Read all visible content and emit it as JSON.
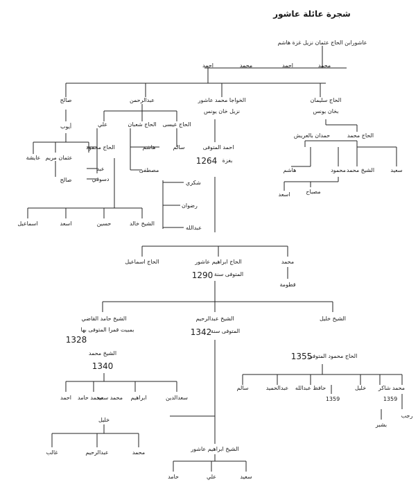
{
  "title": "شجرة عائلة عاشور",
  "nodes": {
    "root": "عاشورابن الحاج عثمان نزيل غزة هاشم",
    "ahmad_top": "احمد",
    "muhammad_a": "محمد",
    "ahmad_b": "احمد",
    "muhammad_c": "محمد",
    "salih": "صالح",
    "ayyub": "أيوب",
    "aisha": "عايشة",
    "uthman_maryam": "عثمان مريم",
    "salih2": "صالح",
    "abdulrahman": "عبدالرحمن",
    "ali": "علي",
    "alhaj_mahmud": "الحاج محمود",
    "abd": "عبد",
    "dasuqi": "دسوقي",
    "hajj_shaban": "الحاج شعبان",
    "hashim": "هاشم",
    "mustafa": "مصطفى",
    "hajj_isa": "الحاج عيسى",
    "salim": "سالم",
    "ismail": "اسماعيل",
    "asad": "اسعد",
    "husayn": "حسين",
    "shaykh_khalid": "الشيخ خالد",
    "khawaja_muhammad": "الخواجا محمد عاشور",
    "nazil_khan_yunis": "نزيل خان يونس",
    "ahmad_mutawaffa": "احمد المتوفى",
    "bi_ghazza": "بغزة",
    "year_1264": "1264",
    "shukri": "شكري",
    "radwan": "رضوان",
    "abdallah": "عبدالله",
    "hajj_sulayman": "الحاج سليمان",
    "bi_khan_yunis": "بخان يونس",
    "hamdan": "حمدان بالعريش",
    "hajj_muhammad": "الحاج محمد",
    "hashim2": "هاشم",
    "mahmud": "محمود",
    "shaykh_muhammad": "الشيخ محمد",
    "saeed": "سعيد",
    "misbah": "مصباح",
    "asad2": "اسعد",
    "hajj_ismail": "الحاج اسماعيل",
    "hajj_ibrahim": "الحاج ابراهيم عاشور",
    "mutawaffa_sana": "المتوفى سنة",
    "year_1290": "1290",
    "muhammad_q": "محمد",
    "qutuma": "قطومة",
    "shaykh_hamid": "الشيخ حامد القاضي",
    "bi_bayt": "بمبيت قمرا المتوفى بها",
    "year_1328": "1328",
    "shaykh_abdulrahim": "الشيخ عبدالرحيم",
    "mutawaffa_sana2": "المتوفى سنة",
    "year_1342": "1342",
    "shaykh_khalil": "الشيخ خليل",
    "shaykh_muhammad2": "الشيخ محمد",
    "year_1340": "1340",
    "ahmad_g": "احمد",
    "muhammad_hamid": "محمد حامد",
    "muhammad_said": "محمد سعيد",
    "ibrahim": "ابراهيم",
    "saad_aldin": "سعدالدين",
    "hajj_mahmud_mutawaffa": "الحاج محمود المتوفى",
    "year_1355": "1355",
    "salim2": "سالم",
    "abdulhamid": "عبدالحميد",
    "hafiz_abdallah": "حافظ عبدالله",
    "khalil_k": "خليل",
    "muhammad_shakir": "محمد شاكر",
    "year_1359a": "1359",
    "year_1359b": "1359",
    "rajab": "رجب",
    "bashir": "بشير",
    "khalil2": "خليل",
    "ghalib": "غالب",
    "abdulrahim2": "عبدالرحيم",
    "muhammad_m": "محمد",
    "shaykh_ibrahim": "الشيخ ابراهيم عاشور",
    "hamid": "حامد",
    "ali2": "علي",
    "saeed2": "سعيد"
  }
}
